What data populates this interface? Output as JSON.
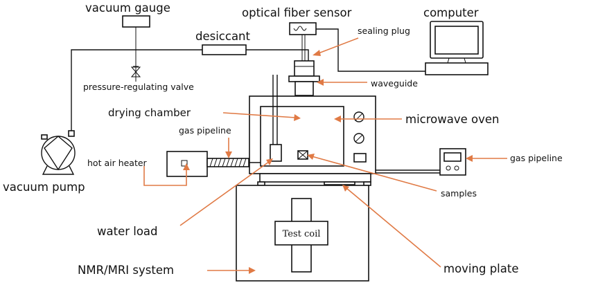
{
  "colors": {
    "accent": "#e07a45",
    "line": "#111111",
    "background": "#ffffff"
  },
  "labels": {
    "vacuum_gauge": "vacuum gauge",
    "optical_fiber_sensor": "optical fiber sensor",
    "computer": "computer",
    "desiccant": "desiccant",
    "sealing_plug": "sealing plug",
    "pressure_regulating_valve": "pressure-regulating valve",
    "waveguide": "waveguide",
    "drying_chamber": "drying chamber",
    "microwave_oven": "microwave oven",
    "gas_pipeline_left": "gas pipeline",
    "gas_pipeline_right": "gas pipeline",
    "hot_air_heater": "hot air heater",
    "vacuum_pump": "vacuum pump",
    "samples": "samples",
    "water_load": "water load",
    "test_coil": "Test coil",
    "nmr_mri_system": "NMR/MRI system",
    "moving_plate": "moving plate"
  }
}
